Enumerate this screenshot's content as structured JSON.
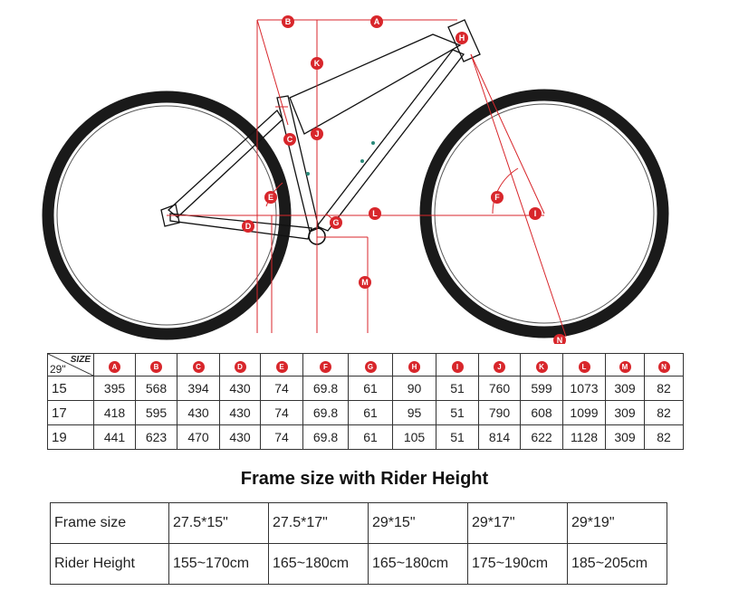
{
  "colors": {
    "dimension_line": "#d8262b",
    "badge_fill": "#d8262b",
    "tire": "#1a1a1a",
    "frame": "#111111",
    "accent_mark": "#2a8a7a"
  },
  "dimension_labels": [
    "A",
    "B",
    "C",
    "D",
    "E",
    "F",
    "G",
    "H",
    "I",
    "J",
    "K",
    "L",
    "M",
    "N"
  ],
  "geometry_table": {
    "header_size": "SIZE",
    "header_wheel": "29\"",
    "columns": [
      "A",
      "B",
      "C",
      "D",
      "E",
      "F",
      "G",
      "H",
      "I",
      "J",
      "K",
      "L",
      "M",
      "N"
    ],
    "rows": [
      {
        "size": "15",
        "values": [
          "395",
          "568",
          "394",
          "430",
          "74",
          "69.8",
          "61",
          "90",
          "51",
          "760",
          "599",
          "1073",
          "309",
          "82"
        ]
      },
      {
        "size": "17",
        "values": [
          "418",
          "595",
          "430",
          "430",
          "74",
          "69.8",
          "61",
          "95",
          "51",
          "790",
          "608",
          "1099",
          "309",
          "82"
        ]
      },
      {
        "size": "19",
        "values": [
          "441",
          "623",
          "470",
          "430",
          "74",
          "69.8",
          "61",
          "105",
          "51",
          "814",
          "622",
          "1128",
          "309",
          "82"
        ]
      }
    ]
  },
  "rider_section": {
    "title": "Frame size with Rider Height",
    "rows": [
      {
        "label": "Frame size",
        "values": [
          "27.5*15\"",
          "27.5*17\"",
          "29*15\"",
          "29*17\"",
          "29*19\""
        ]
      },
      {
        "label": "Rider Height",
        "values": [
          "155~170cm",
          "165~180cm",
          "165~180cm",
          "175~190cm",
          "185~205cm"
        ]
      }
    ]
  }
}
